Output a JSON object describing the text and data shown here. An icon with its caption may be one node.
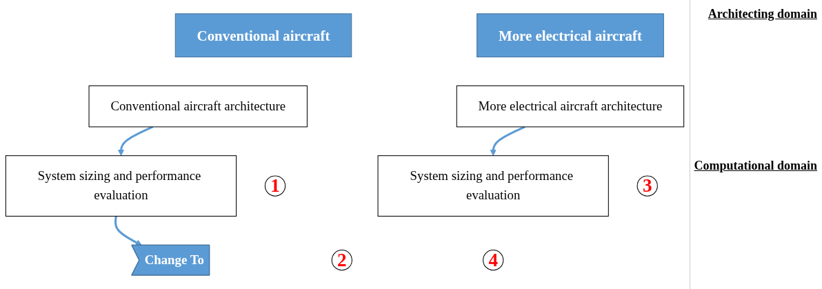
{
  "diagram": {
    "nodes": [
      {
        "text": [
          "Conventional aircraft"
        ]
      },
      {
        "text": [
          "Conventional aircraft architecture"
        ]
      },
      {
        "text": [
          "1"
        ]
      },
      {
        "text": [
          "Change To"
        ]
      },
      {
        "text": [
          "More electrical aircraft"
        ]
      },
      {
        "text": [
          "More electrical aircraft architecture"
        ]
      },
      {
        "text": [
          "3"
        ]
      },
      {
        "text": [
          "System sizing and performance evaluation"
        ]
      },
      {
        "text": [
          "2"
        ]
      },
      {
        "text": [
          "System sizing and performance evaluation"
        ]
      },
      {
        "text": [
          "4"
        ]
      }
    ],
    "edges": [
      {
        "from": 1,
        "to": 7,
        "arrow": "to"
      },
      {
        "from": 7,
        "to": 3,
        "arrow": "to"
      },
      {
        "from": 5,
        "to": 9,
        "arrow": "to"
      }
    ],
    "labels": [
      "Architecting domain",
      "Computational domain"
    ]
  }
}
